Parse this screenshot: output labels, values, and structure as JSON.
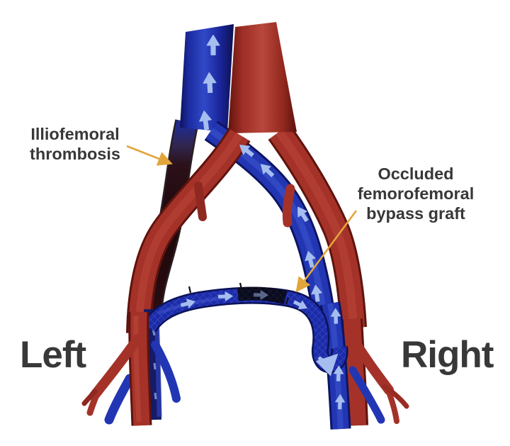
{
  "annotations": {
    "thrombosis": {
      "line1": "Illiofemoral",
      "line2": "thrombosis"
    },
    "occluded_graft": {
      "line1": "Occluded",
      "line2": "femorofemoral",
      "line3": "bypass graft"
    },
    "side_left": "Left",
    "side_right": "Right"
  },
  "colors": {
    "background": "#ffffff",
    "vein_blue": "#2236b4",
    "vein_blue_dark": "#0d1560",
    "artery_red": "#a43228",
    "artery_red_dark": "#5f130e",
    "thrombus_dark": "#1d090d",
    "graft_blue": "#1c2ba8",
    "graft_occlusion": "#0a0a14",
    "flow_arrow_blue": "#a6bdf0",
    "annotation_arrow_orange": "#e2a53c",
    "label_text": "#383838"
  },
  "flow_indicators": {
    "ivc_upward_arrows": 3,
    "right_iliac_vein_upward_arrows": 5,
    "right_femoral_vein_upward_arrows": 3,
    "graft_rightward_arrows": 4,
    "graft_hook_arrow": 1
  }
}
